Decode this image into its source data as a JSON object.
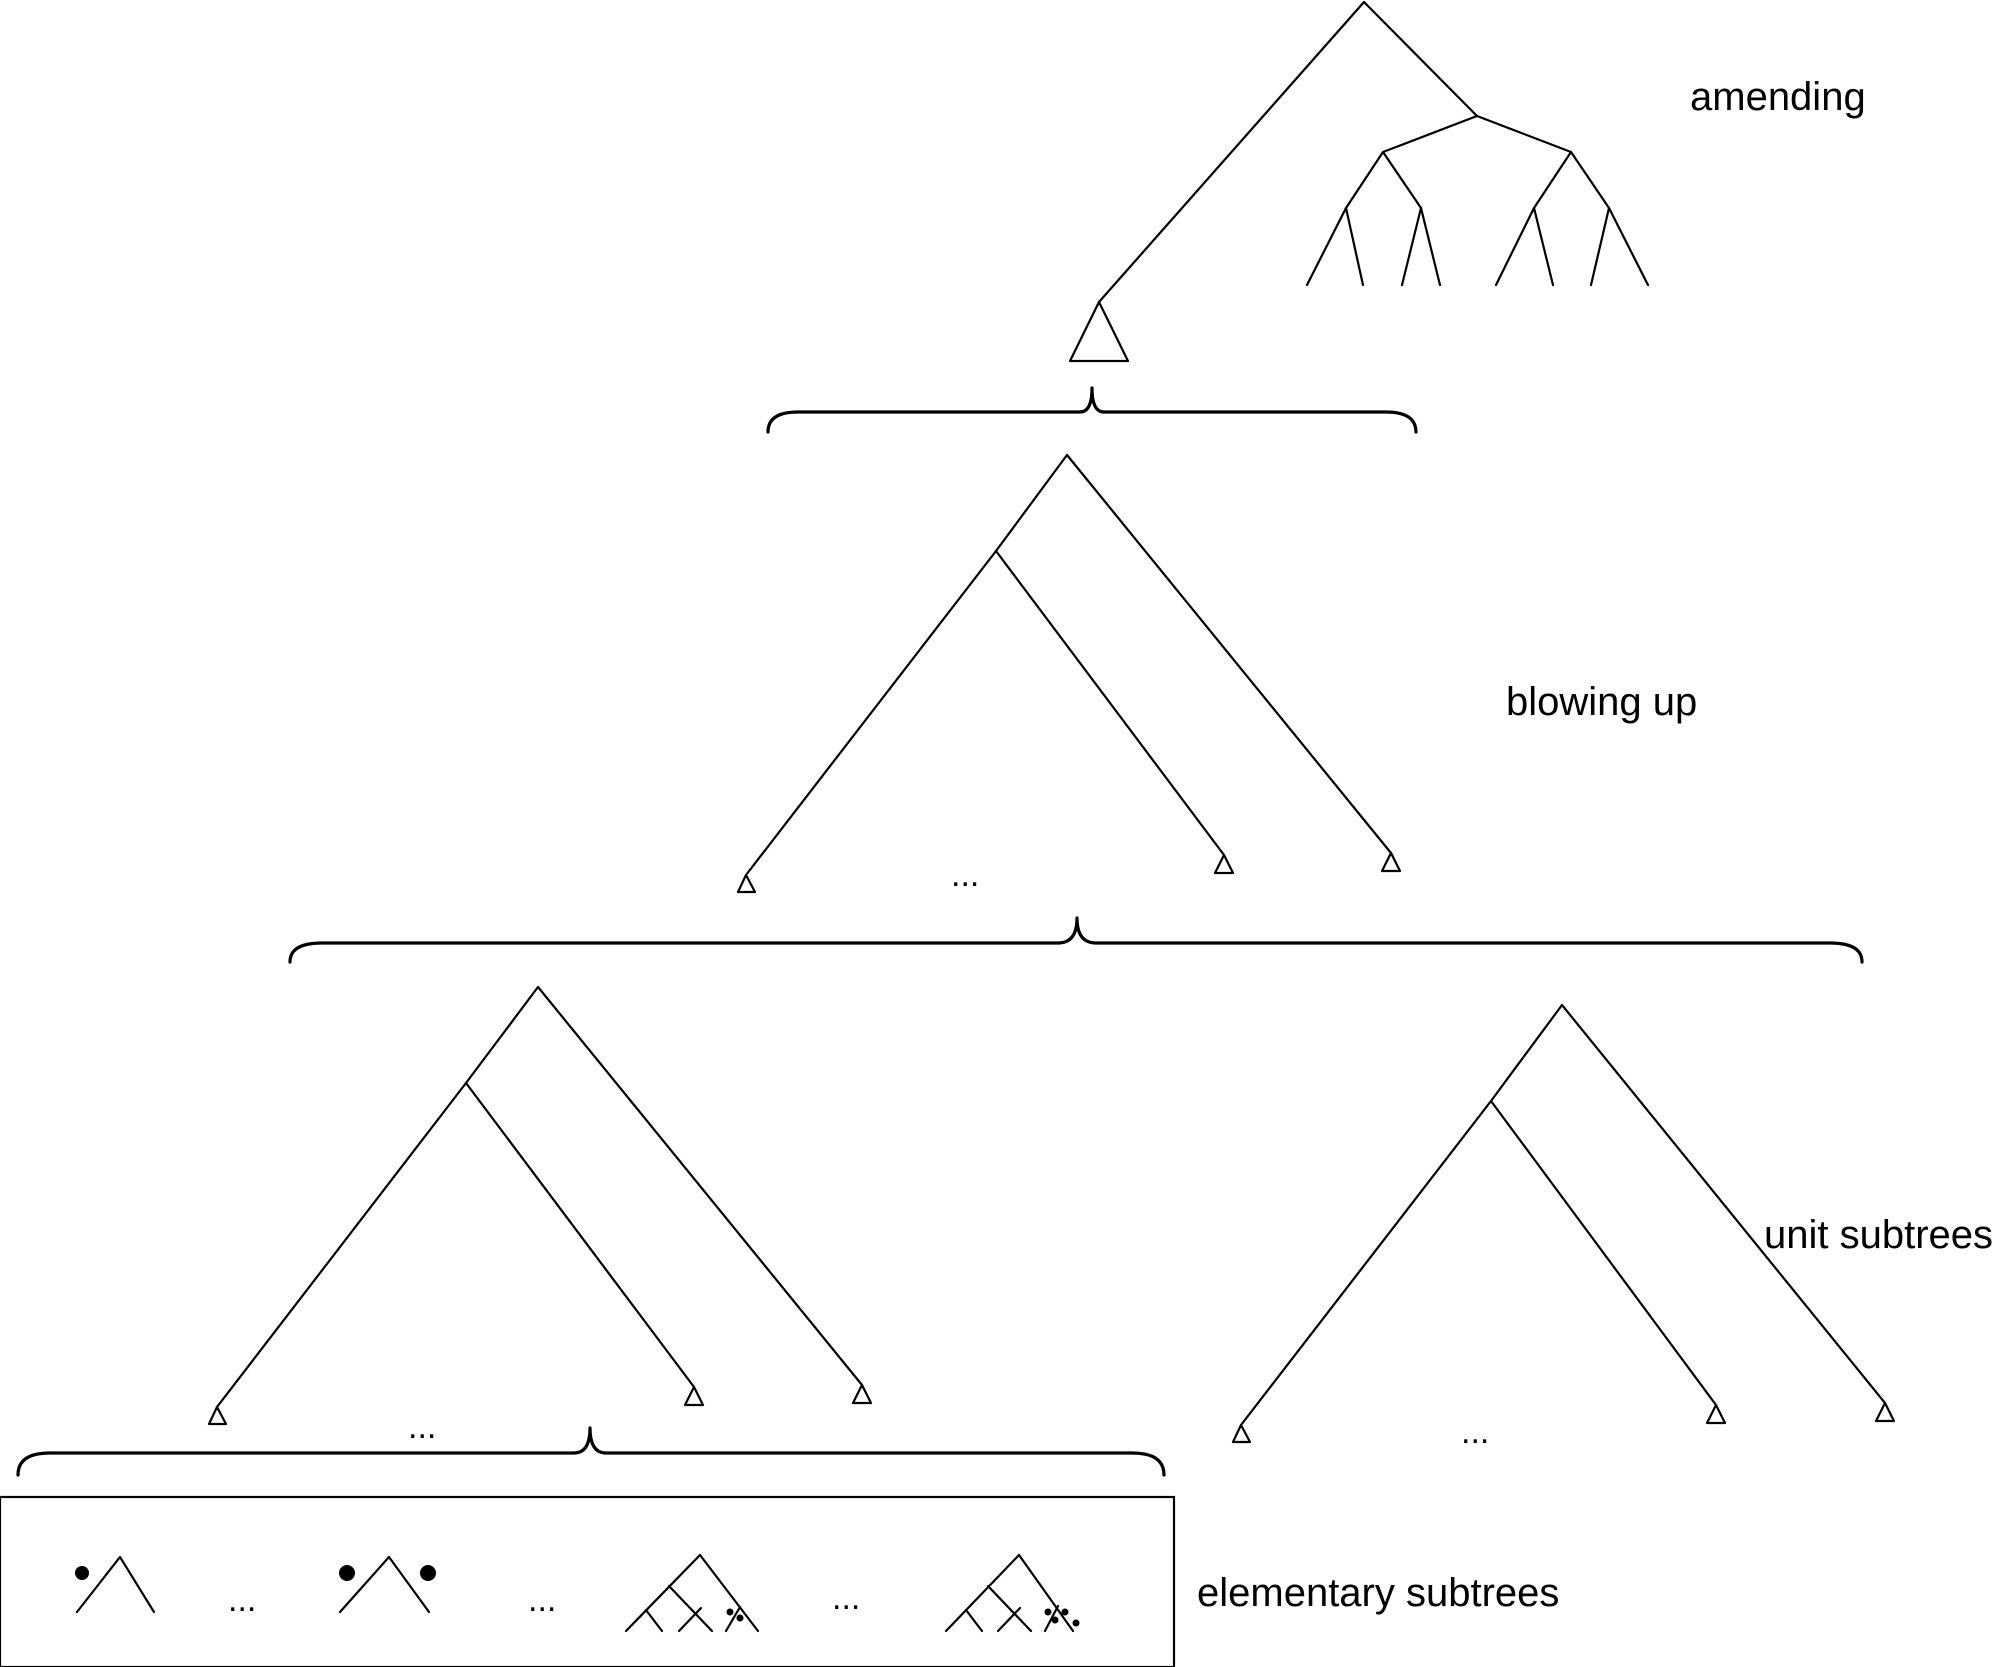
{
  "labels": {
    "amending": "amending",
    "blowing_up": "blowing up",
    "unit_subtrees": "unit subtrees",
    "elementary_subtrees": "elementary subtrees"
  },
  "ellipsis": "...",
  "colors": {
    "stroke": "#000000",
    "background": "#ffffff"
  }
}
